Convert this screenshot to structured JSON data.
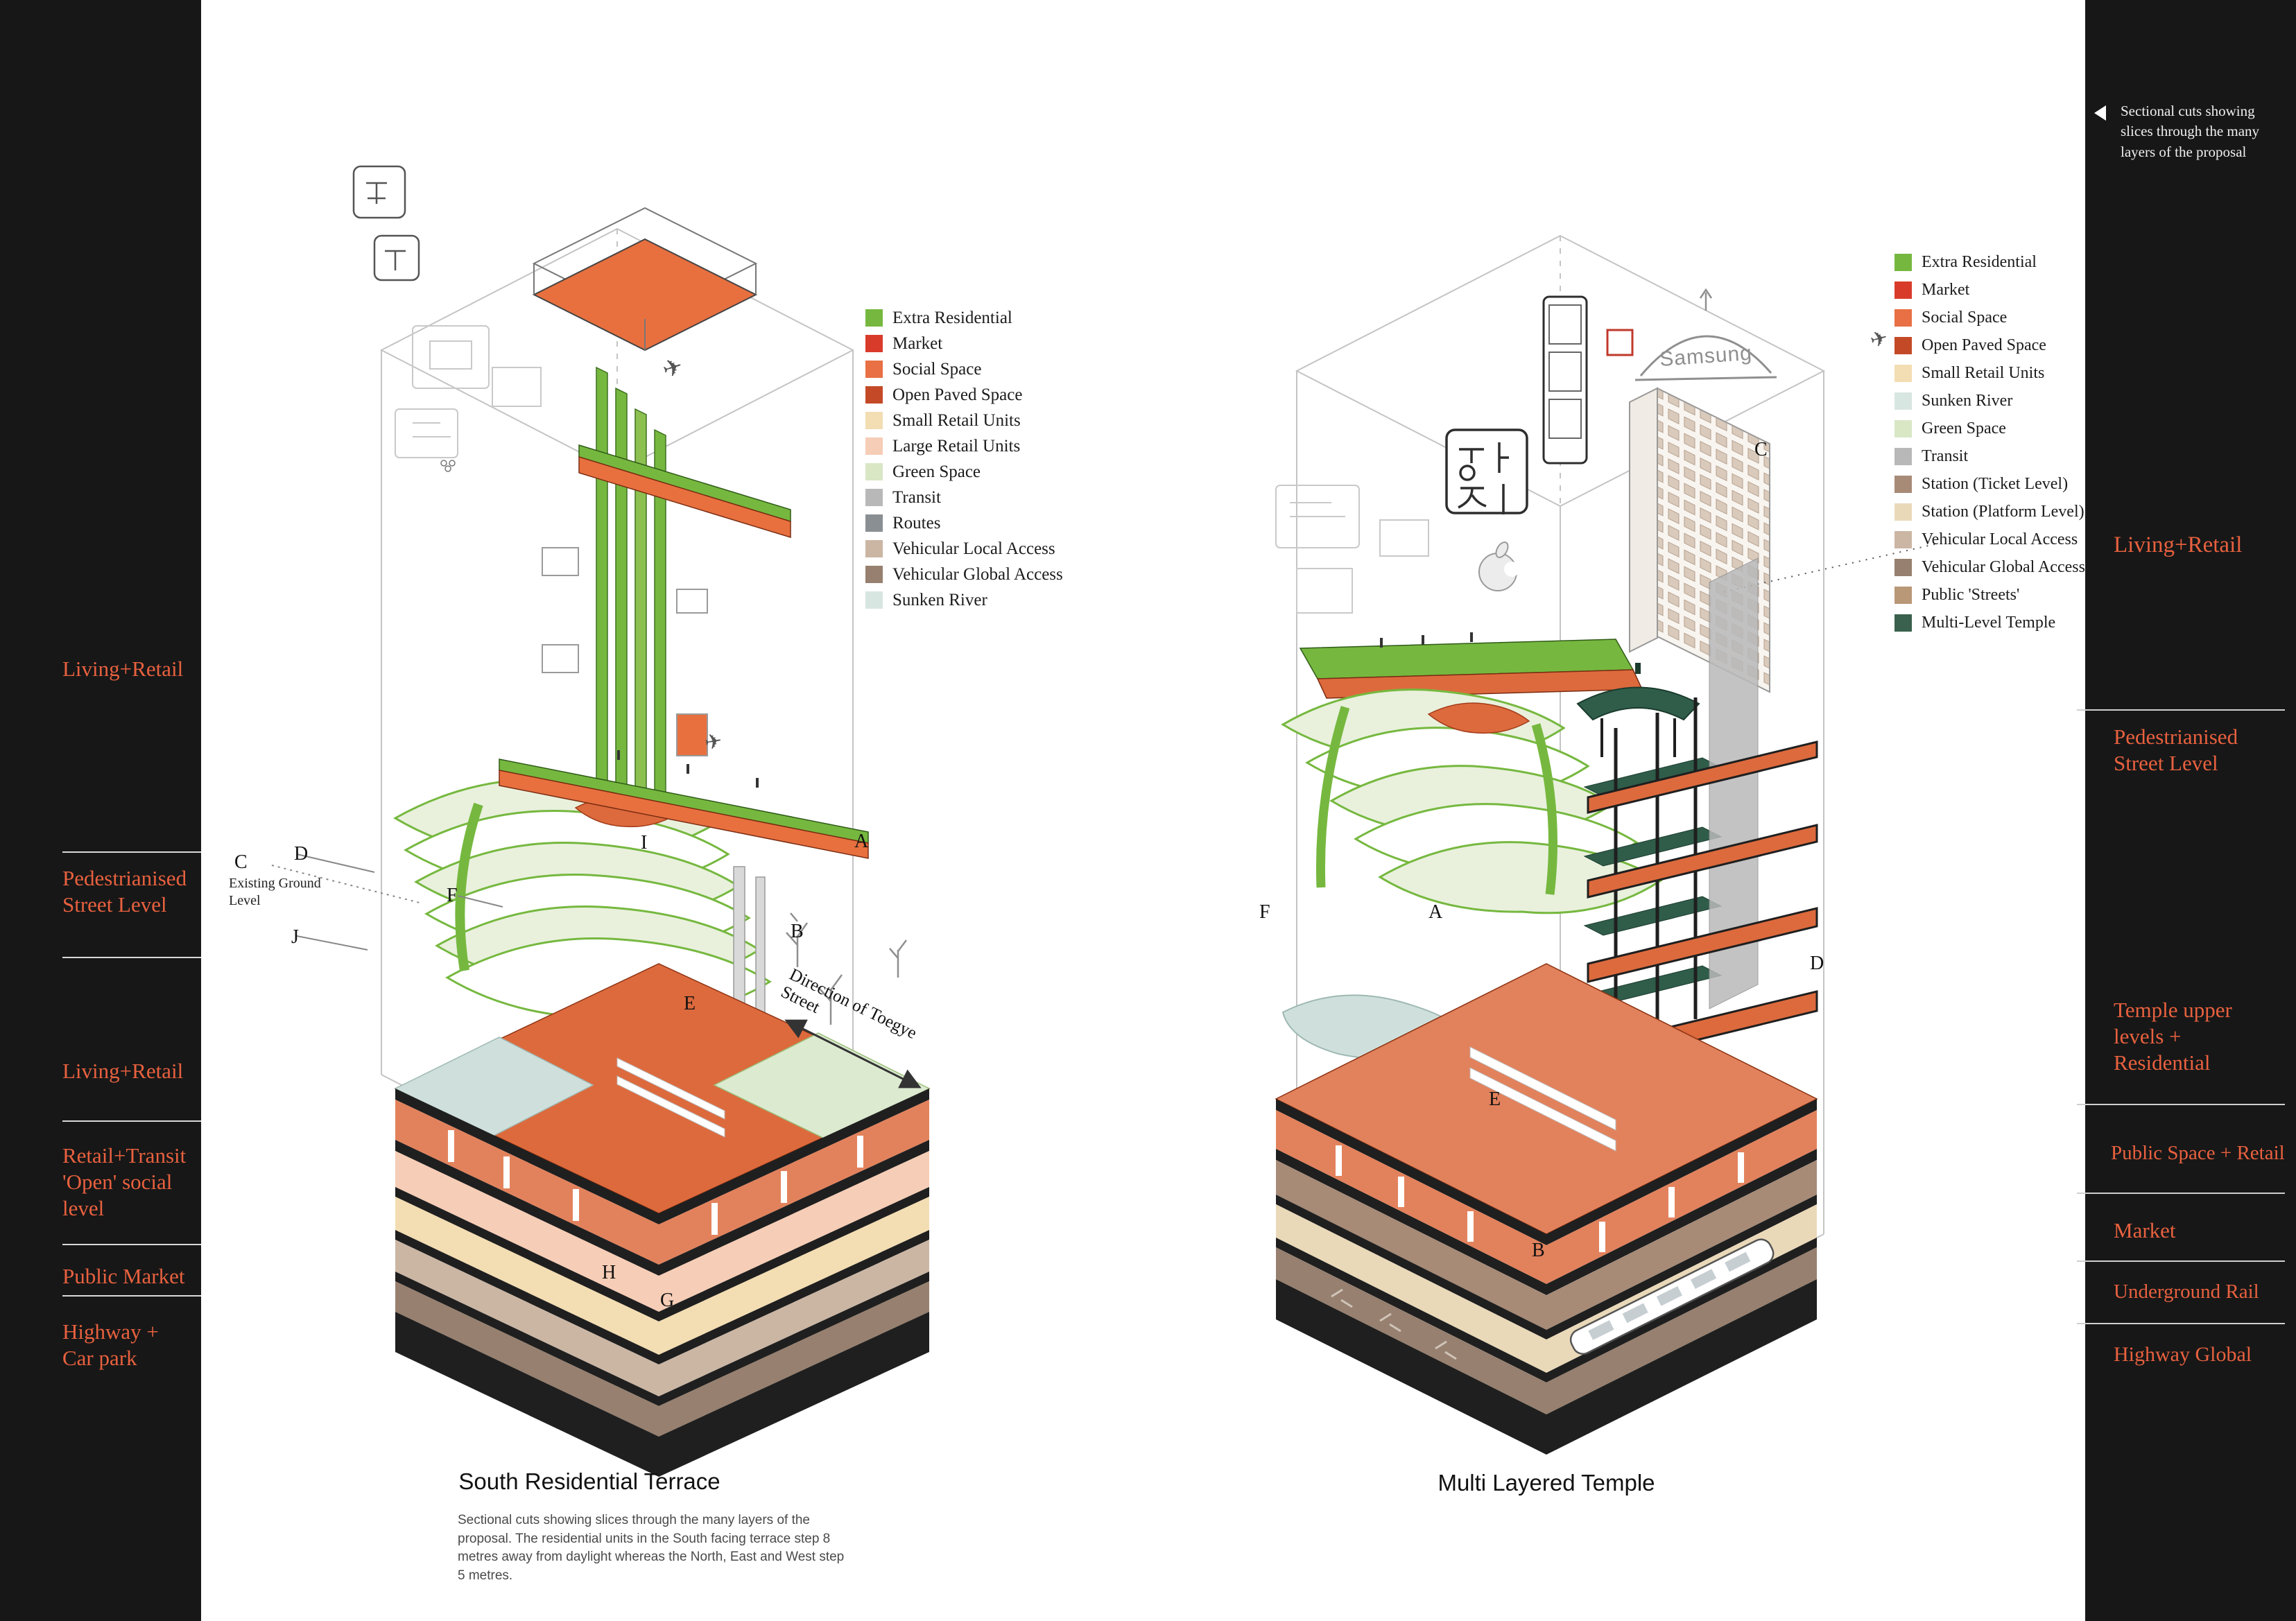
{
  "colors": {
    "accent_text": "#e8613f",
    "side_band_bg": "#171717",
    "slab": "#1f1f1f",
    "extra_residential": "#76b83f",
    "market": "#d93b2b",
    "social_space": "#e87044",
    "open_paved": "#c44a27",
    "multi_level_temple": "#39614d"
  },
  "left_sidebar": {
    "items": [
      "Living+Retail",
      "Pedestrianised Street Level",
      "Living+Retail",
      "Retail+Transit 'Open' social level",
      "Public Market",
      "Highway + Car park"
    ]
  },
  "right_sidebar": {
    "note": "Sectional cuts showing slices through the many layers of the proposal",
    "items": [
      "Living+Retail",
      "Pedestrianised Street Level",
      "Temple upper levels + Residential",
      "Public Space + Retail",
      "Market",
      "Underground Rail",
      "Highway Global"
    ]
  },
  "legend_left": {
    "items": [
      {
        "label": "Extra Residential",
        "color": "#76b83f"
      },
      {
        "label": "Market",
        "color": "#d93b2b"
      },
      {
        "label": "Social Space",
        "color": "#e87044"
      },
      {
        "label": "Open Paved Space",
        "color": "#c44a27"
      },
      {
        "label": "Small Retail Units",
        "color": "#f3ddb2"
      },
      {
        "label": "Large Retail Units",
        "color": "#f6cdb6"
      },
      {
        "label": "Green Space",
        "color": "#d9e7c5"
      },
      {
        "label": "Transit",
        "color": "#b8b8b8"
      },
      {
        "label": "Routes",
        "color": "#8a8f93"
      },
      {
        "label": "Vehicular Local Access",
        "color": "#cbb6a4"
      },
      {
        "label": "Vehicular Global Access",
        "color": "#97806f"
      },
      {
        "label": "Sunken River",
        "color": "#d8e6e2"
      }
    ]
  },
  "legend_right": {
    "items": [
      {
        "label": "Extra Residential",
        "color": "#76b83f"
      },
      {
        "label": "Market",
        "color": "#d93b2b"
      },
      {
        "label": "Social Space",
        "color": "#e87044"
      },
      {
        "label": "Open Paved Space",
        "color": "#c44a27"
      },
      {
        "label": "Small Retail Units",
        "color": "#f3ddb2"
      },
      {
        "label": "Sunken River",
        "color": "#d8e6e2"
      },
      {
        "label": "Green Space",
        "color": "#d9e7c5"
      },
      {
        "label": "Transit",
        "color": "#b8b8b8"
      },
      {
        "label": "Station (Ticket Level)",
        "color": "#a78b77"
      },
      {
        "label": "Station (Platform Level)",
        "color": "#ead9b9"
      },
      {
        "label": "Vehicular Local Access",
        "color": "#cbb6a4"
      },
      {
        "label": "Vehicular Global Access",
        "color": "#97806f"
      },
      {
        "label": "Public 'Streets'",
        "color": "#b99877"
      },
      {
        "label": "Multi-Level Temple",
        "color": "#39614d"
      }
    ]
  },
  "drawing_left": {
    "title": "South Residential Terrace",
    "caption": "Sectional cuts showing slices through the many layers of the proposal. The residential units in the South facing terrace step 8 metres away from daylight whereas the North, East and West step 5 metres.",
    "ground_label": "Existing Ground Level",
    "street_label": "Direction of Toegye Street",
    "labels": {
      "a": "A",
      "b": "B",
      "c": "C",
      "d": "D",
      "e": "E",
      "f": "F",
      "g": "G",
      "h": "H",
      "i": "I",
      "j": "J"
    }
  },
  "drawing_right": {
    "title": "Multi Layered Temple",
    "samsung_label": "Samsung",
    "sign_text": "정지",
    "labels": {
      "a": "A",
      "b": "B",
      "c": "C",
      "d": "D",
      "e": "E",
      "f": "F"
    }
  }
}
